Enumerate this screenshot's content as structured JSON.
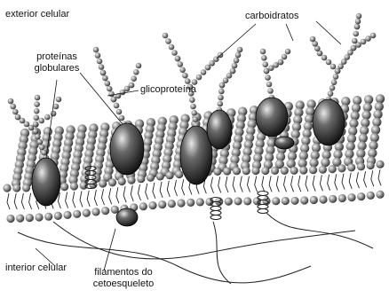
{
  "labels": {
    "exterior": "exterior celular",
    "carbohydrates": "carboidratos",
    "globular_proteins_line1": "proteínas",
    "globular_proteins_line2": "globulares",
    "glycoprotein": "glicoproteína",
    "interior": "interior celular",
    "filaments_line1": "filamentos do",
    "filaments_line2": "cetoesqueleto"
  },
  "colors": {
    "bead_light": "#f2f2f2",
    "bead_dark": "#3a3a3a",
    "protein_dark": "#1a1a1a",
    "line": "#111111"
  }
}
